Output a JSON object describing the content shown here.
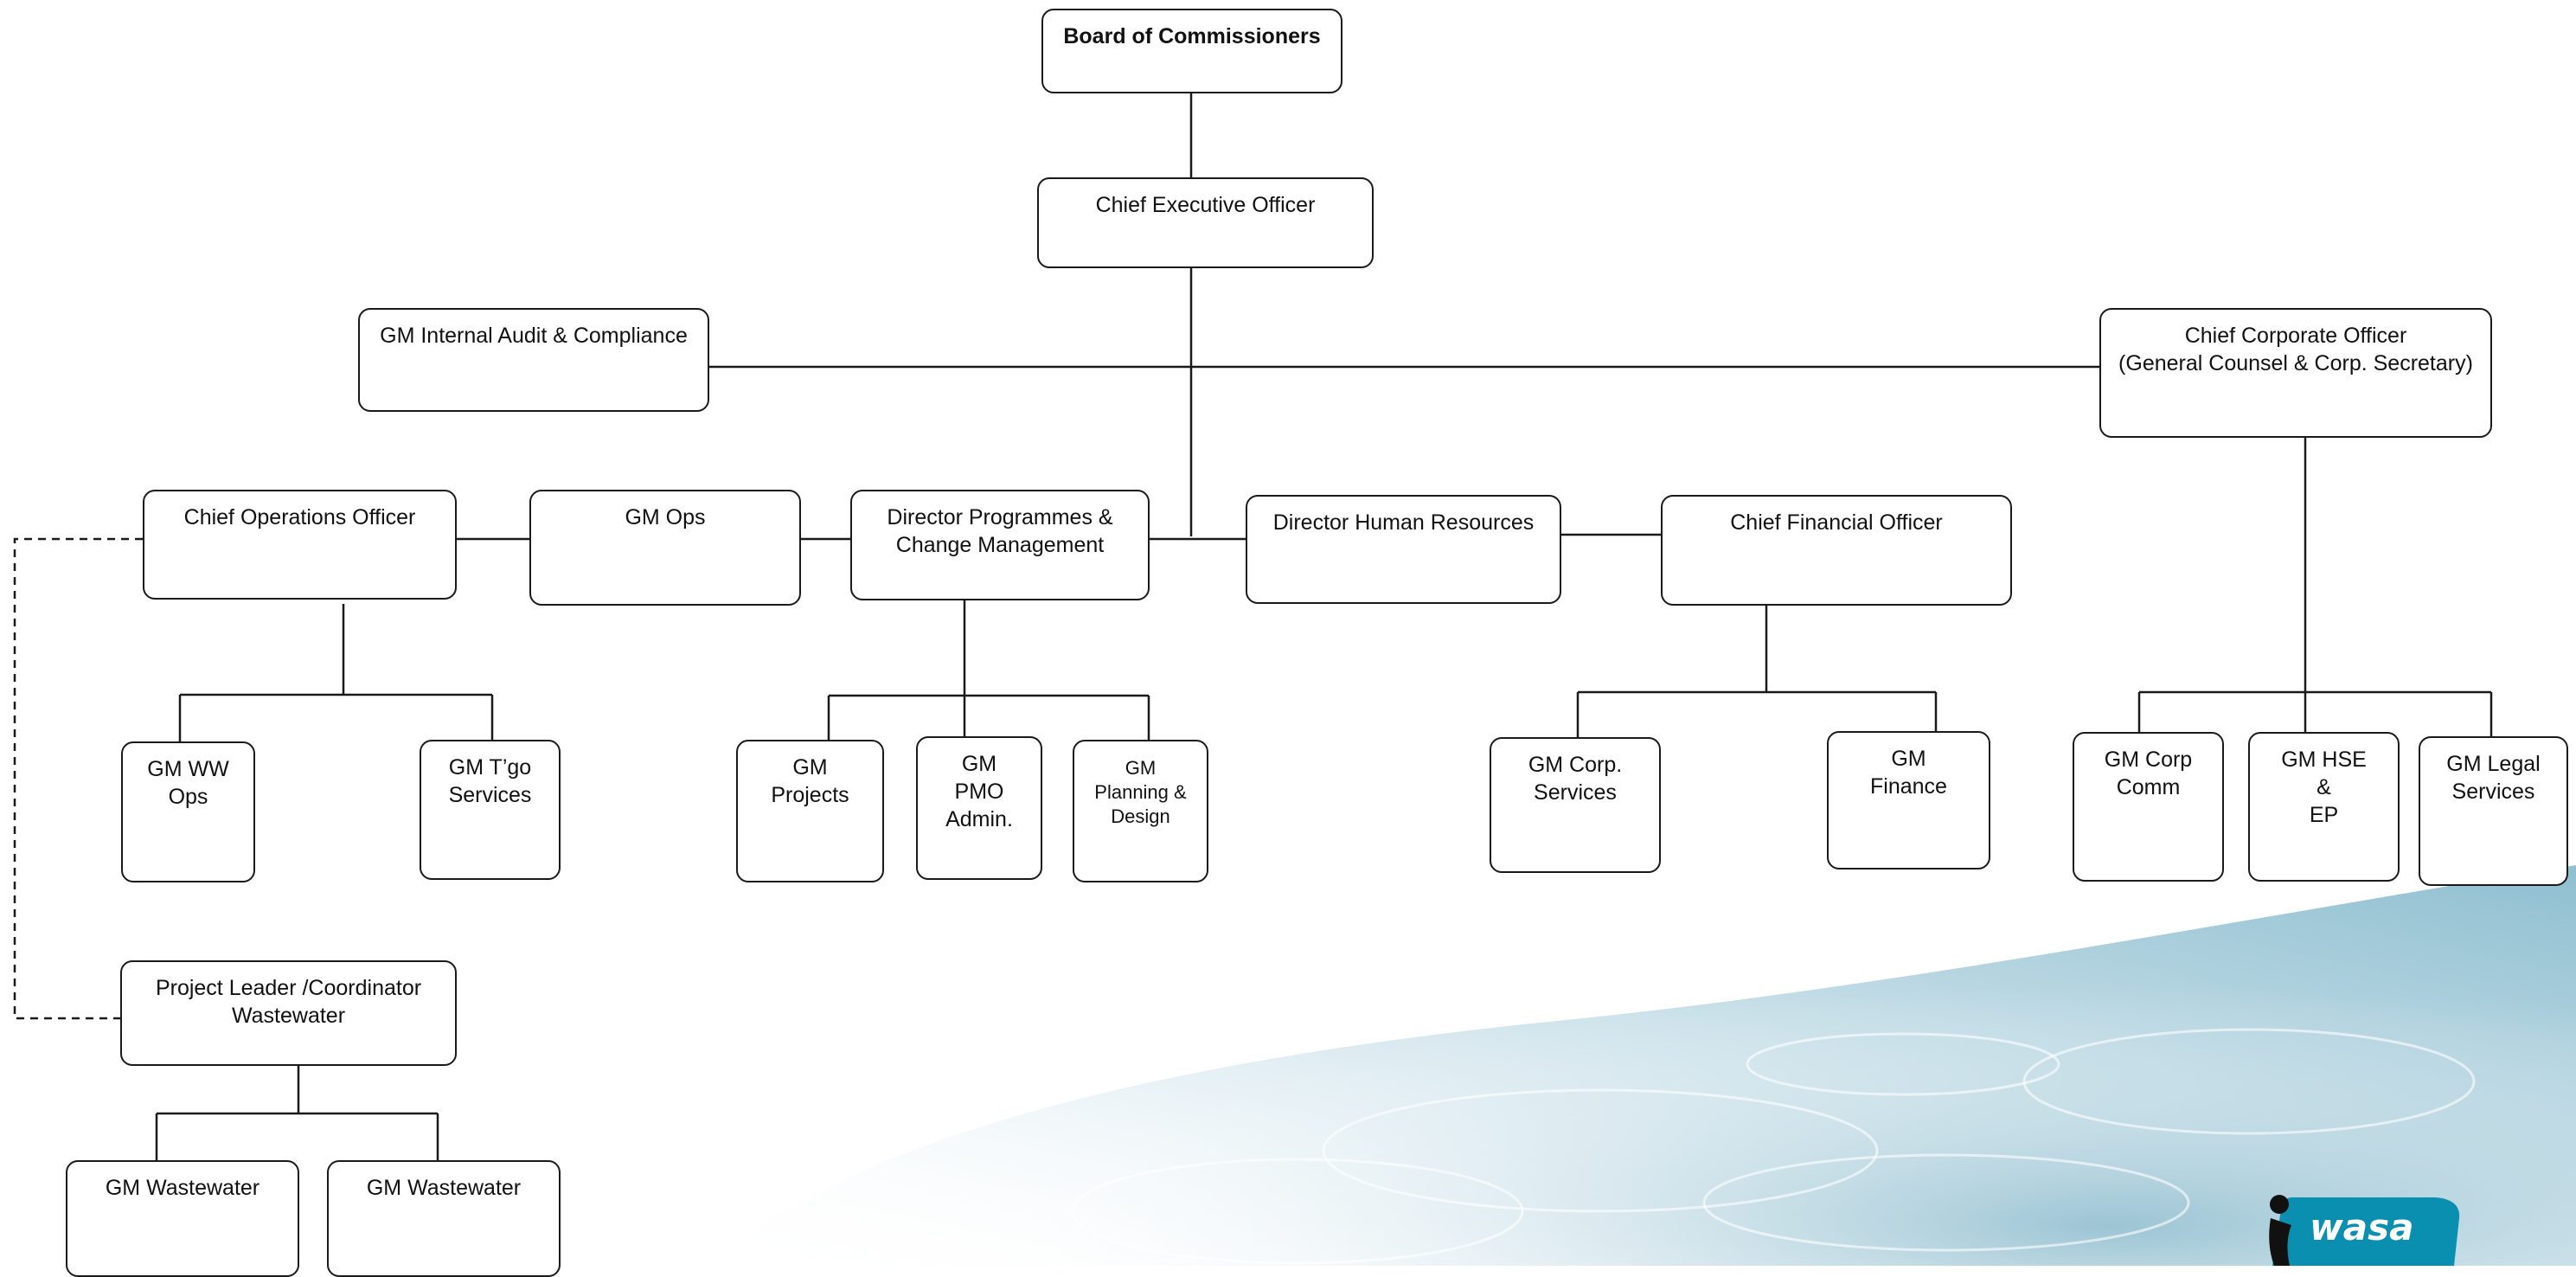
{
  "org_chart": {
    "board": "Board of Commissioners",
    "ceo": "Chief Executive Officer",
    "internal_audit": "GM Internal Audit & Compliance",
    "cco": "Chief Corporate Officer\n(General Counsel & Corp. Secretary)",
    "coo": "Chief Operations Officer",
    "gm_ops": "GM Ops",
    "director_programmes": "Director Programmes &\nChange Management",
    "director_hr": "Director Human Resources",
    "cfo": "Chief Financial Officer",
    "gm_ww_ops": "GM WW\nOps",
    "gm_tgo_services": "GM T’go\nServices",
    "gm_projects": "GM\nProjects",
    "gm_pmo_admin": "GM\nPMO\nAdmin.",
    "gm_planning_design": "GM\nPlanning &\nDesign",
    "gm_corp_services": "GM Corp.\nServices",
    "gm_finance": "GM\nFinance",
    "gm_corp_comm": "GM Corp\nComm",
    "gm_hse_ep": "GM HSE\n&\nEP",
    "gm_legal_services": "GM Legal\nServices",
    "project_leader": "Project Leader /Coordinator\nWastewater",
    "gm_wastewater_1": "GM Wastewater",
    "gm_wastewater_2": "GM Wastewater"
  },
  "logo": {
    "text": "wasa",
    "brand_color": "#0a8fb0"
  },
  "colors": {
    "line": "#1a1a1a",
    "water_light": "#dfeef4",
    "water_mid": "#9ec8d8"
  }
}
